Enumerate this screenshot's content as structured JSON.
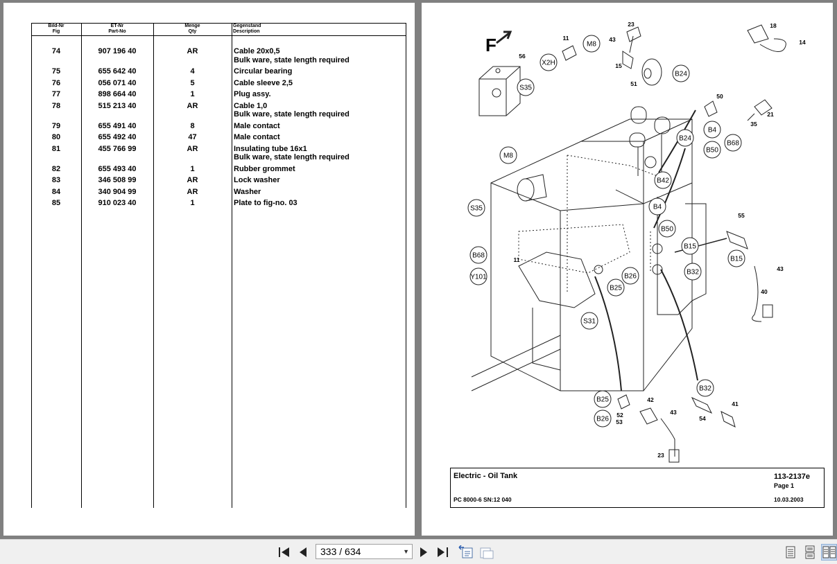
{
  "table": {
    "headers": {
      "fig": [
        "Bild-Nr",
        "Fig"
      ],
      "part": [
        "ET-Nr",
        "Part-No"
      ],
      "qty": [
        "Menge",
        "Qty"
      ],
      "desc": [
        "Gegenstand",
        "Description"
      ]
    },
    "rows": [
      {
        "fig": "74",
        "part": "907 196 40",
        "qty": "AR",
        "desc": [
          "Cable 20x0,5",
          "Bulk ware, state length required"
        ]
      },
      {
        "fig": "75",
        "part": "655 642 40",
        "qty": "4",
        "desc": [
          "Circular bearing"
        ]
      },
      {
        "fig": "76",
        "part": "056 071 40",
        "qty": "5",
        "desc": [
          "Cable sleeve 2,5"
        ]
      },
      {
        "fig": "77",
        "part": "898 664 40",
        "qty": "1",
        "desc": [
          "Plug assy."
        ]
      },
      {
        "fig": "78",
        "part": "515 213 40",
        "qty": "AR",
        "desc": [
          "Cable 1,0",
          "Bulk ware, state length required"
        ]
      },
      {
        "fig": "79",
        "part": "655 491 40",
        "qty": "8",
        "desc": [
          "Male contact"
        ]
      },
      {
        "fig": "80",
        "part": "655 492 40",
        "qty": "47",
        "desc": [
          "Male contact"
        ]
      },
      {
        "fig": "81",
        "part": "455 766 99",
        "qty": "AR",
        "desc": [
          "Insulating tube 16x1",
          "Bulk ware, state length required"
        ]
      },
      {
        "fig": "82",
        "part": "655 493 40",
        "qty": "1",
        "desc": [
          "Rubber grommet"
        ]
      },
      {
        "fig": "83",
        "part": "346 508 99",
        "qty": "AR",
        "desc": [
          "Lock washer"
        ]
      },
      {
        "fig": "84",
        "part": "340 904 99",
        "qty": "AR",
        "desc": [
          "Washer"
        ]
      },
      {
        "fig": "85",
        "part": "910 023 40",
        "qty": "1",
        "desc": [
          "Plate to fig-no. 03"
        ]
      }
    ]
  },
  "diagram": {
    "direction_label": "F",
    "callouts": [
      "X2H",
      "M8",
      "S35",
      "B24",
      "B4",
      "B50",
      "B68",
      "B42",
      "B15",
      "B32",
      "B26",
      "B25",
      "Y101",
      "S31"
    ],
    "part_numbers": [
      "11",
      "23",
      "43",
      "56",
      "15",
      "51",
      "50",
      "21",
      "35",
      "18",
      "14",
      "55",
      "43",
      "40",
      "11",
      "42",
      "43",
      "52",
      "53",
      "23",
      "54",
      "41"
    ]
  },
  "title_block": {
    "title": "Electric - Oil Tank",
    "code": "113-2137e",
    "page": "Page 1",
    "model": "PC 8000-6 SN:12 040",
    "date": "10.03.2003"
  },
  "toolbar": {
    "page_indicator": "333 / 634"
  }
}
